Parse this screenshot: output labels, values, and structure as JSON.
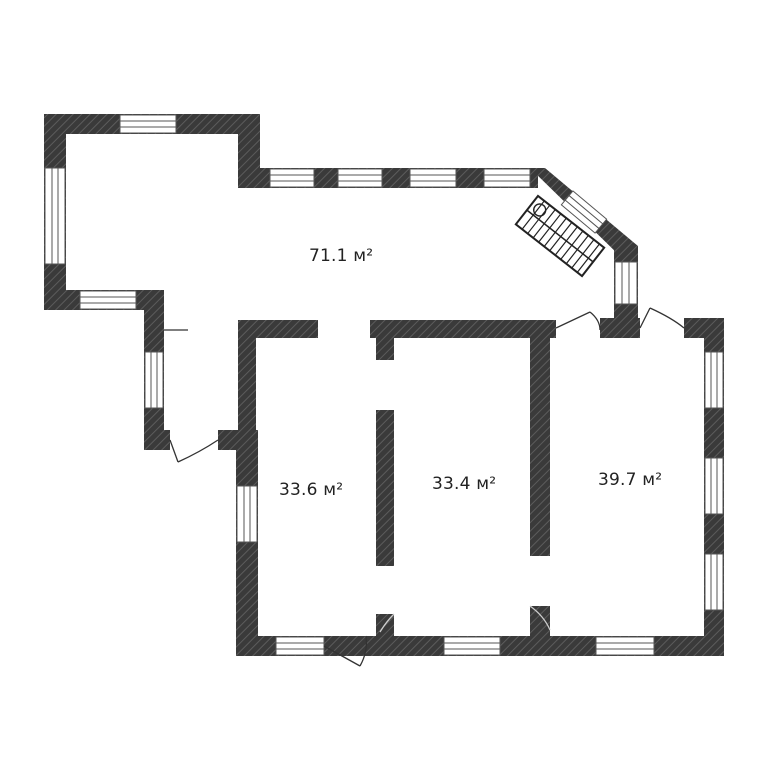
{
  "floor_plan": {
    "colors": {
      "wall_fill": "#3a3a3a",
      "wall_hatch": "#5c5c5c",
      "window_frame": "#555555",
      "door_line": "#333333",
      "background": "#ffffff"
    },
    "rooms": [
      {
        "id": "hall",
        "area_label": "71.1 м²"
      },
      {
        "id": "left-room",
        "area_label": "33.6 м²"
      },
      {
        "id": "middle-room",
        "area_label": "33.4 м²"
      },
      {
        "id": "right-room",
        "area_label": "39.7 м²"
      }
    ],
    "staircase": {
      "icon": "staircase-icon"
    }
  }
}
